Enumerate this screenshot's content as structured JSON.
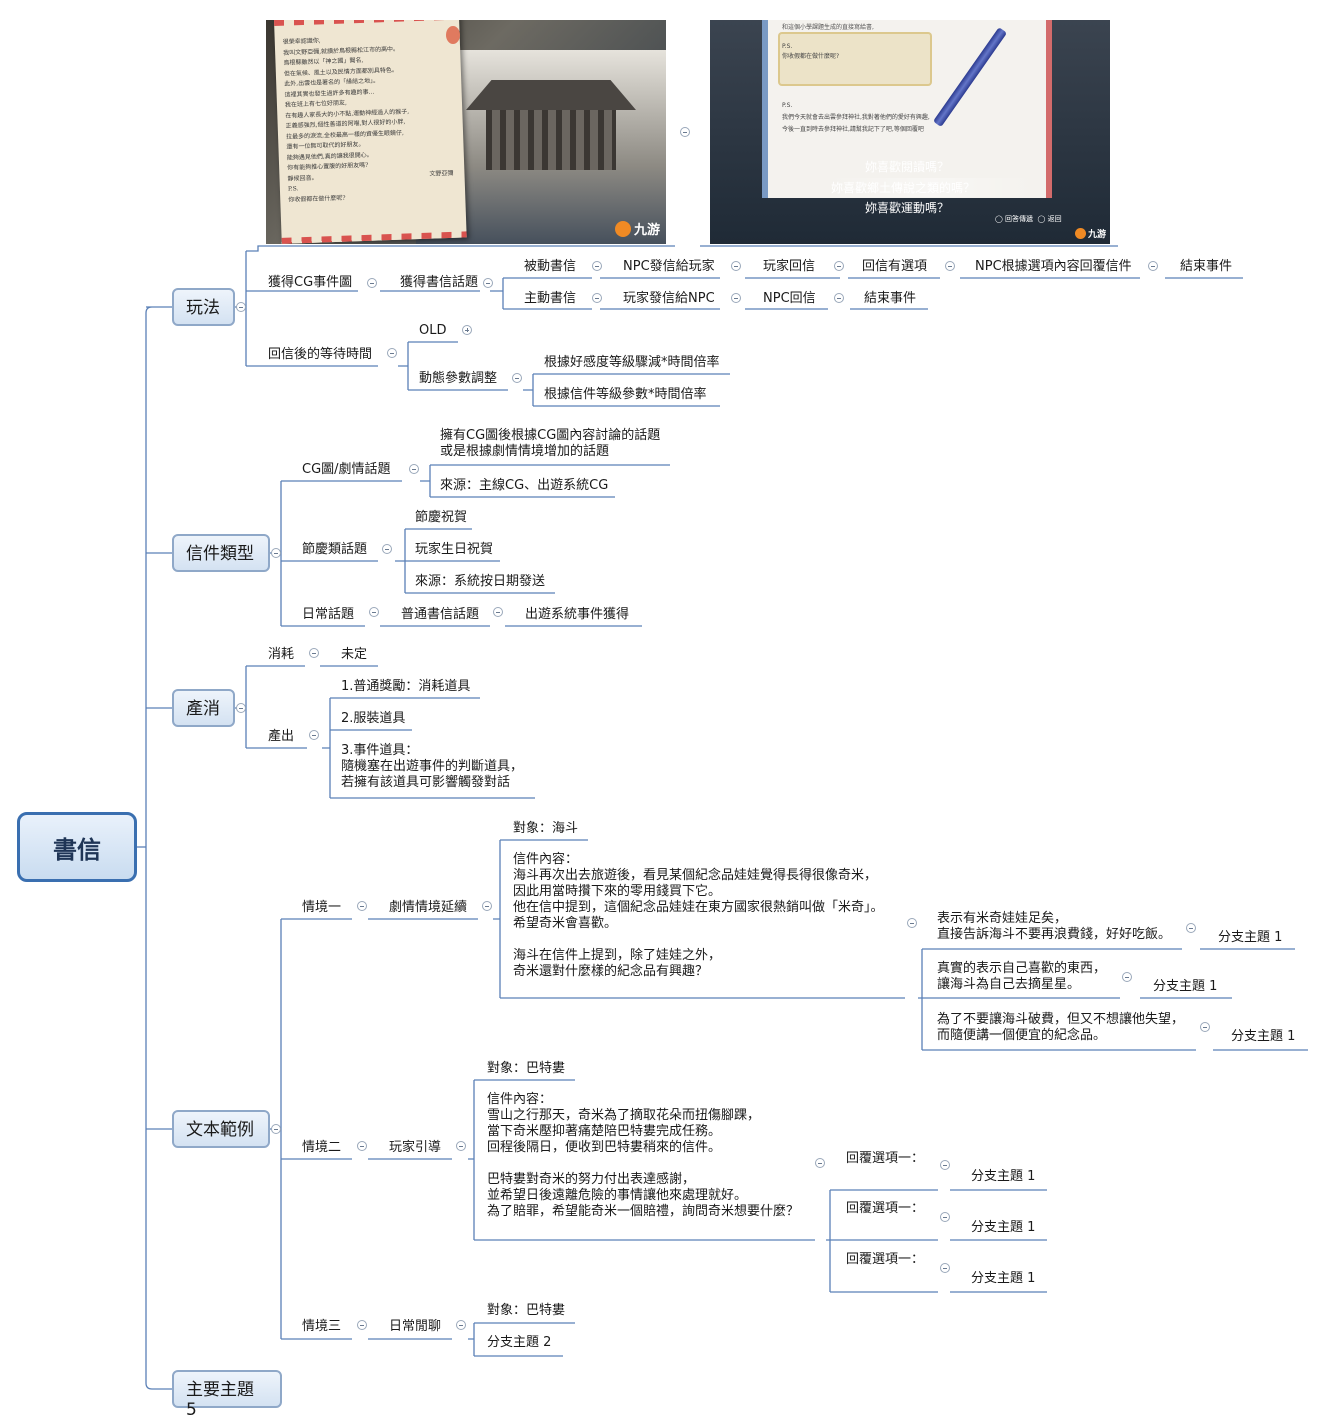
{
  "root": "書信",
  "main_topics": {
    "gameplay": "玩法",
    "letter_types": "信件類型",
    "economy": "產消",
    "text_examples": "文本範例",
    "topic5": "主要主題 5"
  },
  "screenshot1": {
    "letter_text": "很榮幸認識你,\n我叫文野亞彌,就讀於鳥根縣松江市的高中。\n鳥根縣雖然以「神之國」聞名,\n但在氣候、風土以及民情方面都別具特色。\n此外,出雲也是著名的「緣結之地」。\n這裡其實也發生過許多有趣的事...\n我在班上有七位好朋友,\n在有趣人家長大的小不點,運動神經過人的猴子,\n正義感強烈,個性善道的阿喵,對人很好的小胖,\n拉最多的淚流,全校最高一樣的資優生眼鏡仔,\n還有一位無可取代的好朋友。\n能夠遇見他們,真的讓我很開心。\n你有能夠推心置腹的好朋友嗎?\n靜候回音。\nP.S.\n你收假都在做什麼呢?",
    "signature": "文野亞彌",
    "logo": "九游"
  },
  "screenshot2": {
    "top_text": "和這個小學課題生成的直接寫給書,",
    "ps1": "P.S.\n你收假都在做什麼呢?",
    "ps2": "P.S.\n我們今天就會去出雲參拜神社,我對著他們的愛好有興趣,\n今後一直到時去參拜神社,請幫我記下了吧,等個回覆吧",
    "options": [
      "妳喜歡閱讀嗎？",
      "妳喜歡鄉土傳說之類的嗎？",
      "妳喜歡運動嗎？"
    ],
    "controls": "◯ 回答傳遞  ◯ 返回",
    "logo": "九游"
  },
  "gameplay": {
    "get_cg_event": "獲得CG事件圖",
    "get_letter_topic": "獲得書信話題",
    "passive": [
      "被動書信",
      "NPC發信給玩家",
      "玩家回信",
      "回信有選項",
      "NPC根據選項內容回覆信件",
      "結束事件"
    ],
    "active": [
      "主動書信",
      "玩家發信給NPC",
      "NPC回信",
      "結束事件"
    ],
    "wait_time": "回信後的等待時間",
    "old": "OLD",
    "dynamic": "動態參數調整",
    "dynamic_items": [
      "根據好感度等級驟減*時間倍率",
      "根據信件等級參數*時間倍率"
    ]
  },
  "letter_types": {
    "cg_topic": "CG圖/劇情話題",
    "cg_desc": "擁有CG圖後根據CG圖內容討論的話題\n或是根據劇情情境增加的話題",
    "cg_source": "來源：主線CG、出遊系統CG",
    "holiday": "節慶類話題",
    "holiday_items": [
      "節慶祝賀",
      "玩家生日祝賀",
      "來源：系統按日期發送"
    ],
    "daily": "日常話題",
    "daily_chain": [
      "普通書信話題",
      "出遊系統事件獲得"
    ]
  },
  "economy": {
    "consume": "消耗",
    "consume_val": "未定",
    "produce": "產出",
    "produce_items": [
      "1.普通獎勵：消耗道具",
      "2.服裝道具",
      "3.事件道具：\n隨機塞在出遊事件的判斷道具，\n若擁有該道具可影響觸發對話"
    ]
  },
  "examples": {
    "s1": {
      "label": "情境一",
      "type": "劇情情境延續",
      "target": "對象：海斗",
      "content": "信件內容：\n海斗再次出去旅遊後，看見某個紀念品娃娃覺得長得很像奇米，\n因此用當時攢下來的零用錢買下它。\n他在信中提到，這個紀念品娃娃在東方國家很熱銷叫做「米奇」。\n希望奇米會喜歡。\n\n海斗在信件上提到，除了娃娃之外，\n奇米還對什麼樣的紀念品有興趣？",
      "replies": [
        "表示有米奇娃娃足矣，\n直接告訴海斗不要再浪費錢，好好吃飯。",
        "真實的表示自己喜歡的東西，\n讓海斗為自己去摘星星。",
        "為了不要讓海斗破費，但又不想讓他失望，\n而隨便講一個便宜的紀念品。"
      ],
      "sub": [
        "分支主題 1",
        "分支主題 1",
        "分支主題 1"
      ]
    },
    "s2": {
      "label": "情境二",
      "type": "玩家引導",
      "target": "對象：巴特婁",
      "content": "信件內容：\n雪山之行那天，奇米為了摘取花朵而扭傷腳踝，\n當下奇米壓抑著痛楚陪巴特婁完成任務。\n回程後隔日，便收到巴特婁稍來的信件。\n\n巴特婁對奇米的努力付出表達感謝，\n並希望日後遠離危險的事情讓他來處理就好。\n為了賠罪，希望能奇米一個賠禮，詢問奇米想要什麼？",
      "replies": [
        "回覆選項一：",
        "回覆選項一：",
        "回覆選項一："
      ],
      "sub": [
        "分支主題 1",
        "分支主題 1",
        "分支主題 1"
      ]
    },
    "s3": {
      "label": "情境三",
      "type": "日常閒聊",
      "target": "對象：巴特婁",
      "sub": "分支主題 2"
    }
  }
}
